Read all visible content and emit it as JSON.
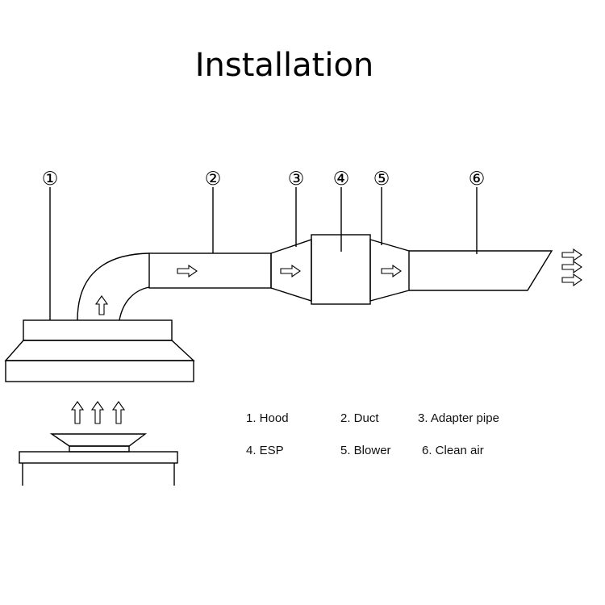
{
  "title": "Installation",
  "callouts": [
    "①",
    "②",
    "③",
    "④",
    "⑤",
    "⑥"
  ],
  "legend": [
    "1. Hood",
    "2. Duct",
    "3. Adapter pipe",
    "4. ESP",
    "5. Blower",
    "6. Clean air"
  ],
  "colors": {
    "line": "#000000",
    "background": "#ffffff"
  }
}
